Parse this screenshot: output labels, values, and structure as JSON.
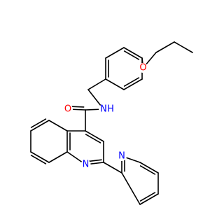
{
  "molecule": {
    "atoms": [
      {
        "id": "O1",
        "label": "O",
        "color": "#ff0000"
      },
      {
        "id": "O2",
        "label": "O",
        "color": "#ff0000"
      },
      {
        "id": "N1",
        "label": "N",
        "color": "#0000ff"
      },
      {
        "id": "H1",
        "label": "H",
        "color": "#0000ff"
      },
      {
        "id": "N2",
        "label": "N",
        "color": "#0000ff"
      },
      {
        "id": "N3",
        "label": "N",
        "color": "#0000ff"
      }
    ],
    "bond_color": "#000000"
  }
}
